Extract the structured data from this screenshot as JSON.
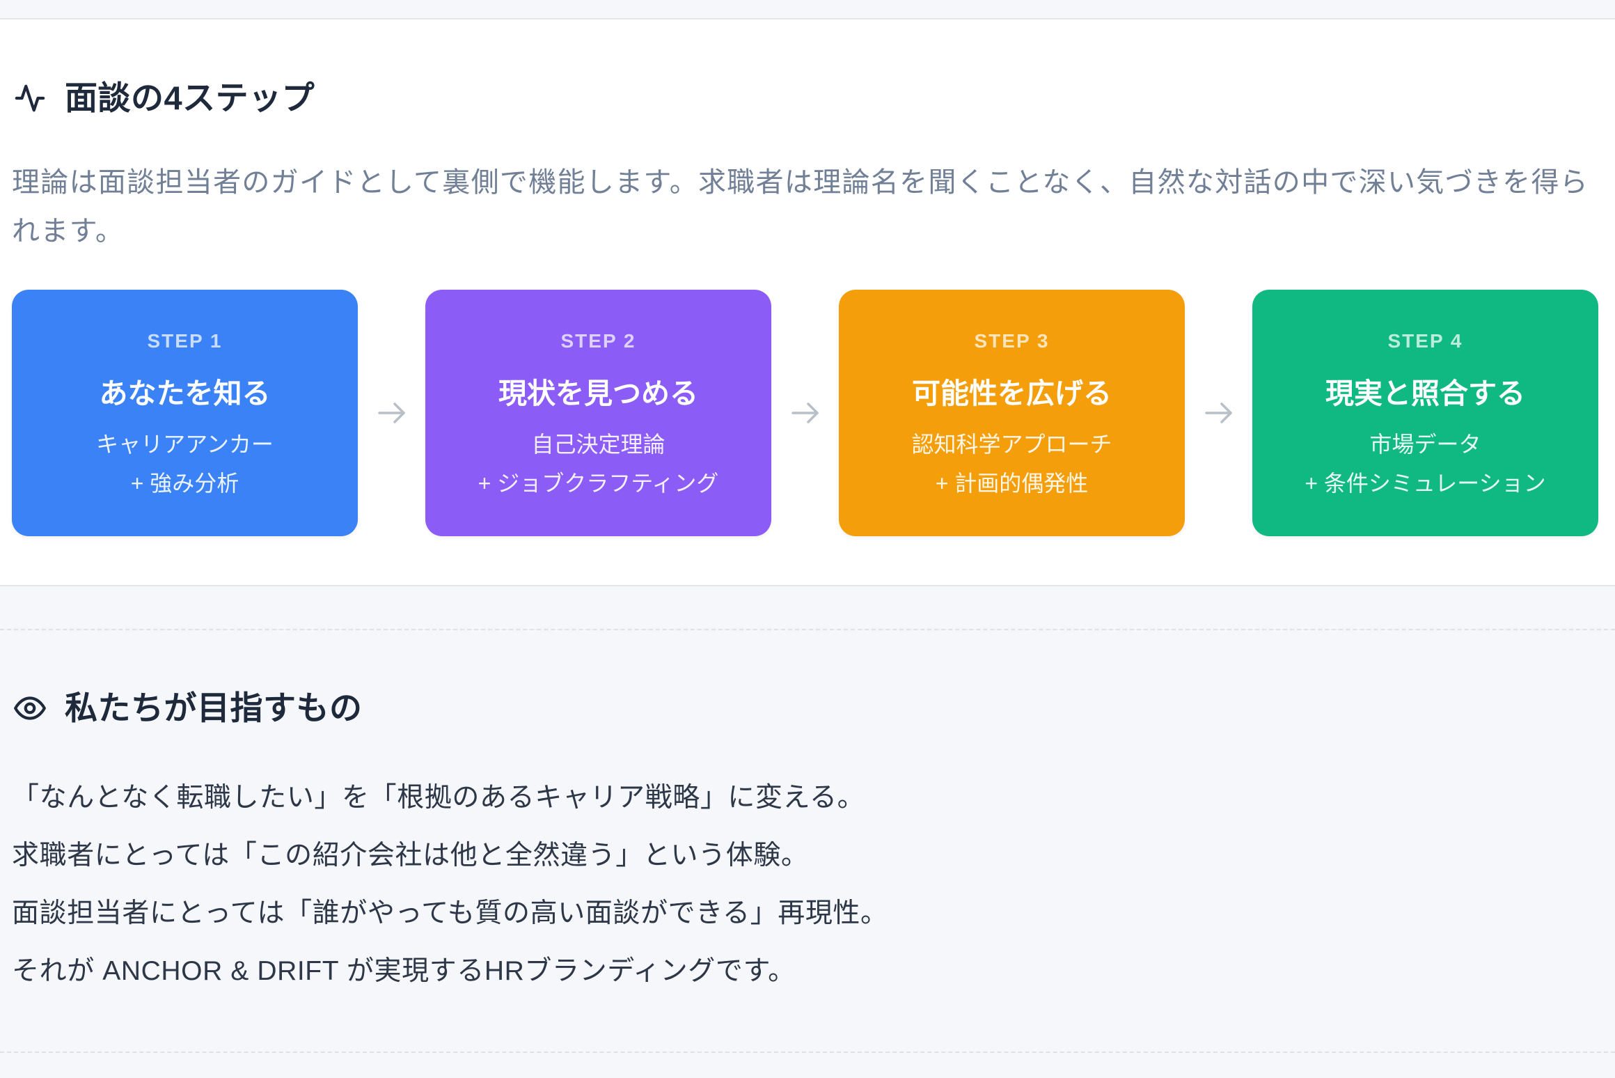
{
  "section_steps": {
    "icon": "activity-icon",
    "title": "面談の4ステップ",
    "description": "理論は面談担当者のガイドとして裏側で機能します。求職者は理論名を聞くことなく、自然な対話の中で深い気づきを得られます。",
    "arrow_icon": "arrow-right-icon",
    "arrow_color": "#b8bfc8",
    "steps": [
      {
        "label": "STEP 1",
        "title": "あなたを知る",
        "line1": "キャリアアンカー",
        "line2": "+ 強み分析",
        "color": "#3b82f6"
      },
      {
        "label": "STEP 2",
        "title": "現状を見つめる",
        "line1": "自己決定理論",
        "line2": "+ ジョブクラフティング",
        "color": "#8b5cf6"
      },
      {
        "label": "STEP 3",
        "title": "可能性を広げる",
        "line1": "認知科学アプローチ",
        "line2": "+ 計画的偶発性",
        "color": "#f59e0b"
      },
      {
        "label": "STEP 4",
        "title": "現実と照合する",
        "line1": "市場データ",
        "line2": "+ 条件シミュレーション",
        "color": "#10b981"
      }
    ]
  },
  "section_vision": {
    "icon": "eye-icon",
    "title": "私たちが目指すもの",
    "lines": [
      "「なんとなく転職したい」を「根拠のあるキャリア戦略」に変える。",
      "求職者にとっては「この紹介会社は他と全然違う」という体験。",
      "面談担当者にとっては「誰がやっても質の高い面談ができる」再現性。",
      "それが ANCHOR & DRIFT が実現するHRブランディングです。"
    ]
  },
  "colors": {
    "heading": "#1e293b",
    "description": "#718096",
    "body_text": "#2d3748",
    "page_background": "#f5f7fa",
    "section_background": "#ffffff"
  }
}
